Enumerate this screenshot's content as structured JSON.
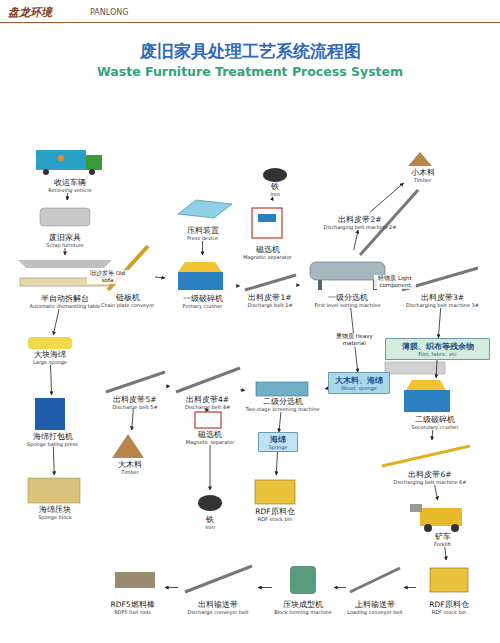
{
  "diagram": {
    "title": "废旧家具处理工艺系统流程图",
    "nodes": [
      {
        "text": [
          "收运车辆",
          "Receiving vehicle"
        ]
      },
      {
        "text": [
          "铁",
          "Iron"
        ]
      },
      {
        "text": [
          "小木料",
          "Timber"
        ]
      },
      {
        "text": [
          "废旧家具",
          "Scrap furniture"
        ]
      },
      {
        "text": [
          "压料装置",
          "Press device"
        ]
      },
      {
        "text": [
          "磁选机",
          "Magnetic separator"
        ]
      },
      {
        "text": [
          "出料皮带2#",
          "Discharging belt machine 2#"
        ]
      },
      {
        "text": [
          "半自动拆解台",
          "Automatic dismantling table"
        ]
      },
      {
        "text": [
          "链板机",
          "Chain plate conveyor"
        ]
      },
      {
        "text": [
          "一级破碎机",
          "Primary crusher"
        ]
      },
      {
        "text": [
          "出料皮带1#",
          "Discharge belt 1#"
        ]
      },
      {
        "text": [
          "一级分选机",
          "First level sorting machine"
        ]
      },
      {
        "text": [
          "出料皮带3#",
          "Discharging belt machine 3#"
        ]
      },
      {
        "text": [
          "大块海绵",
          "Large sponge"
        ]
      },
      {
        "text": [
          "薄膜、织布等残余物",
          "Film, fabric, etc"
        ]
      },
      {
        "text": [
          "出料皮带5#",
          "Discharge belt 5#"
        ]
      },
      {
        "text": [
          "出料皮带4#",
          "Discharge belt 4#"
        ]
      },
      {
        "text": [
          "二级分选机",
          "Two-stage screening machine"
        ]
      },
      {
        "text": [
          "大木料、海绵",
          "Wood, sponge"
        ]
      },
      {
        "text": [
          "二级破碎机",
          "Secondary crusher"
        ]
      },
      {
        "text": [
          "海绵打包机",
          "Sponge baling press"
        ]
      },
      {
        "text": [
          "磁选机",
          "Magnetic separator"
        ]
      },
      {
        "text": [
          "海绵",
          "Sponge"
        ]
      },
      {
        "text": [
          "大木料",
          "Timber"
        ]
      },
      {
        "text": [
          "出料皮带6#",
          "Discharging belt machine 6#"
        ]
      },
      {
        "text": [
          "海绵压块",
          "Sponge block"
        ]
      },
      {
        "text": [
          "铁",
          "Iron"
        ]
      },
      {
        "text": [
          "RDF原料仓",
          "RDF stock bin"
        ]
      },
      {
        "text": [
          "铲车",
          "Forklift"
        ]
      },
      {
        "text": [
          "RDF5燃料棒",
          "RDF5 fuel rods"
        ]
      },
      {
        "text": [
          "出料输送带",
          "Discharge conveyor belt"
        ]
      },
      {
        "text": [
          "压块成型机",
          "Block forming machine"
        ]
      },
      {
        "text": [
          "上料输送带",
          "Loading conveyor belt"
        ]
      },
      {
        "text": [
          "RDF原料仓",
          "RDF stock bin"
        ]
      }
    ],
    "edges": [
      {
        "from": 0,
        "to": 3,
        "arrow": "to"
      },
      {
        "from": 3,
        "to": 7,
        "arrow": "to"
      },
      {
        "from": 7,
        "to": 8,
        "label": "旧沙发等 Old sofa",
        "arrow": "to"
      },
      {
        "from": 7,
        "to": 13,
        "arrow": "to"
      },
      {
        "from": 13,
        "to": 20,
        "arrow": "to"
      },
      {
        "from": 20,
        "to": 25,
        "arrow": "to"
      },
      {
        "from": 8,
        "to": 9,
        "arrow": "to"
      },
      {
        "from": 4,
        "to": 9,
        "arrow": "to"
      },
      {
        "from": 9,
        "to": 10,
        "arrow": "to"
      },
      {
        "from": 10,
        "to": 11,
        "arrow": "to"
      },
      {
        "from": 5,
        "to": 1,
        "arrow": "to"
      },
      {
        "from": 11,
        "to": 6,
        "arrow": "to"
      },
      {
        "from": 6,
        "to": 2,
        "arrow": "to"
      },
      {
        "from": 11,
        "to": 12,
        "label": "轻物质 Light component",
        "arrow": "to"
      },
      {
        "from": 12,
        "to": 14,
        "arrow": "to"
      },
      {
        "from": 14,
        "to": 19,
        "arrow": "to"
      },
      {
        "from": 19,
        "to": 24,
        "arrow": "to"
      },
      {
        "from": 24,
        "to": 28,
        "arrow": "to"
      },
      {
        "from": 28,
        "to": 33,
        "arrow": "to"
      },
      {
        "from": 33,
        "to": 32,
        "arrow": "to"
      },
      {
        "from": 32,
        "to": 31,
        "arrow": "to"
      },
      {
        "from": 31,
        "to": 30,
        "arrow": "to"
      },
      {
        "from": 30,
        "to": 29,
        "arrow": "to"
      },
      {
        "from": 11,
        "to": 18,
        "label": "重物质 Heavy material",
        "arrow": "to"
      },
      {
        "from": 18,
        "to": 17,
        "arrow": "to"
      },
      {
        "from": 17,
        "to": 22,
        "arrow": "to"
      },
      {
        "from": 22,
        "to": 27,
        "arrow": "to"
      },
      {
        "from": 17,
        "to": 16,
        "arrow": "to"
      },
      {
        "from": 16,
        "to": 21,
        "arrow": "to"
      },
      {
        "from": 21,
        "to": 26,
        "arrow": "to"
      },
      {
        "from": 16,
        "to": 15,
        "arrow": "to"
      },
      {
        "from": 15,
        "to": 23,
        "arrow": "to"
      }
    ],
    "labels": [
      "盘龙环境",
      "PANLONG",
      "Waste Furniture Treatment Process System"
    ]
  }
}
